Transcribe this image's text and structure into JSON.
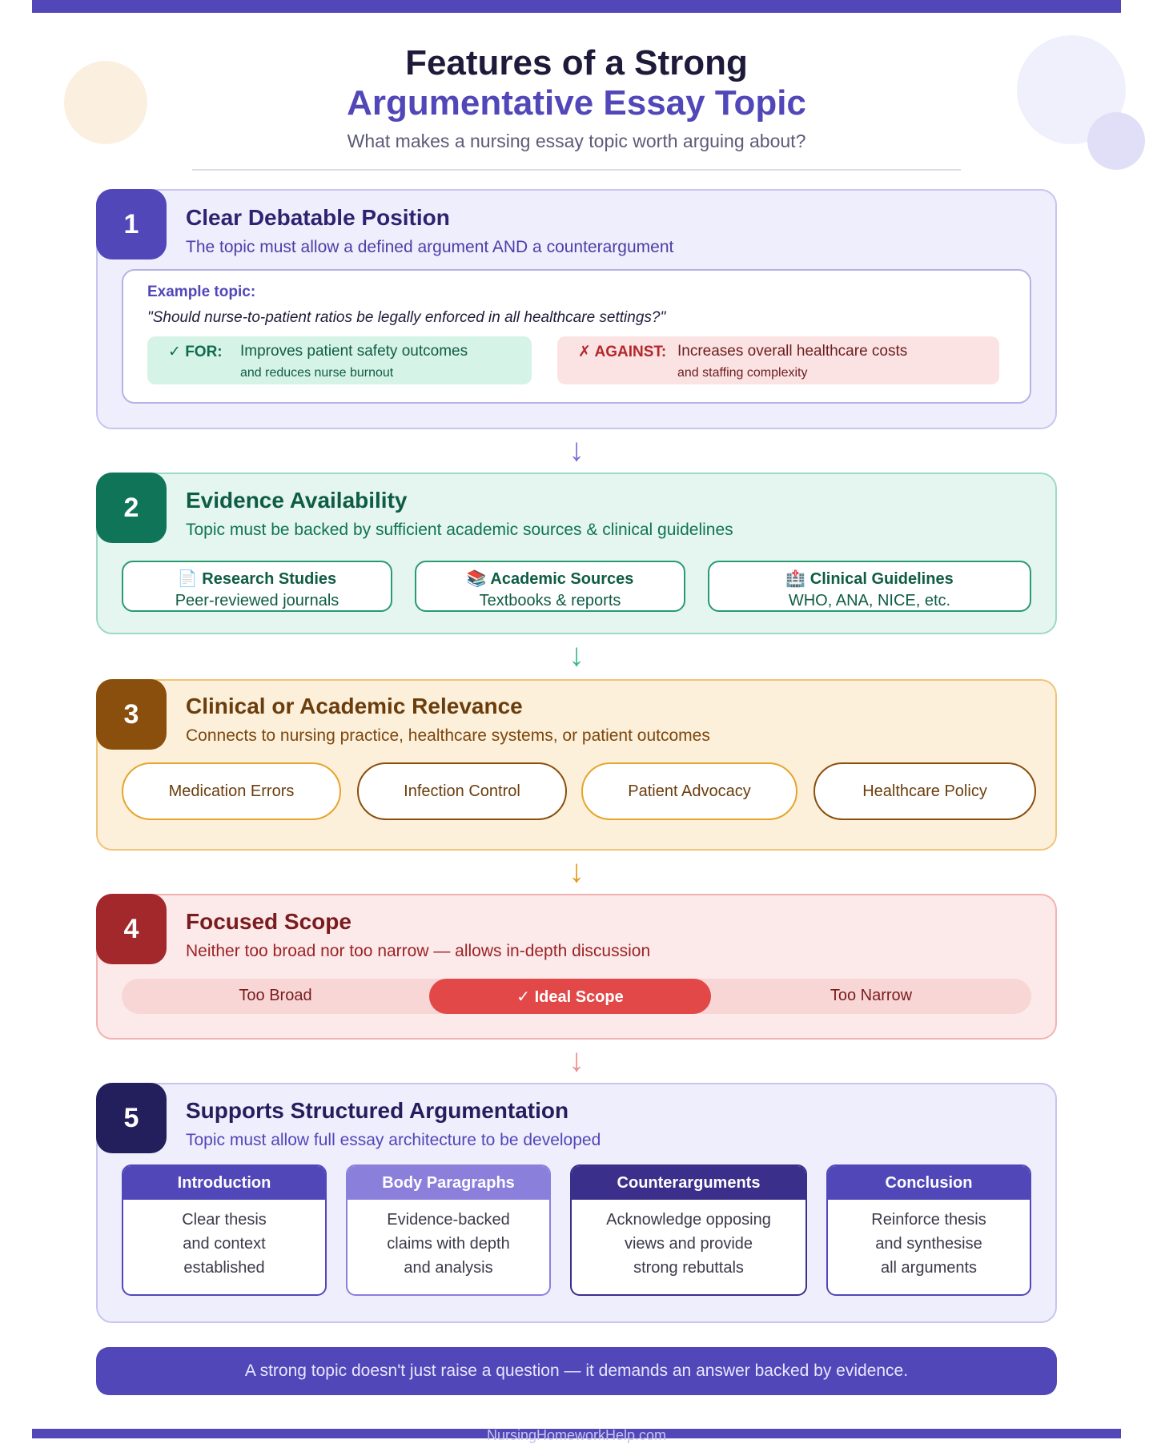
{
  "header": {
    "title_line1": "Features of a Strong",
    "title_line2": "Argumentative Essay Topic",
    "subtitle": "What makes a nursing essay topic worth arguing about?"
  },
  "cards": [
    {
      "number": "1",
      "title": "Clear Debatable Position",
      "subtitle": "The topic must allow a defined argument AND a counterargument",
      "example_label": "Example topic:",
      "example_text": "\"Should nurse-to-patient ratios be legally enforced in all healthcare settings?\"",
      "for_label": "✓ FOR:",
      "for_text_1": "Improves patient safety outcomes",
      "for_text_2": "and reduces nurse burnout",
      "against_label": "✗ AGAINST:",
      "against_text_1": "Increases overall healthcare costs",
      "against_text_2": "and staffing complexity"
    },
    {
      "number": "2",
      "title": "Evidence Availability",
      "subtitle": "Topic must be backed by sufficient academic sources & clinical guidelines",
      "sources": [
        {
          "icon": "📄",
          "title": "Research Studies",
          "sub": "Peer-reviewed journals"
        },
        {
          "icon": "📚",
          "title": "Academic Sources",
          "sub": "Textbooks & reports"
        },
        {
          "icon": "🏥",
          "title": "Clinical Guidelines",
          "sub": "WHO, ANA, NICE, etc."
        }
      ]
    },
    {
      "number": "3",
      "title": "Clinical or Academic Relevance",
      "subtitle": "Connects to nursing practice, healthcare systems, or patient outcomes",
      "topics": [
        "Medication Errors",
        "Infection Control",
        "Patient Advocacy",
        "Healthcare Policy"
      ]
    },
    {
      "number": "4",
      "title": "Focused Scope",
      "subtitle": "Neither too broad nor too narrow — allows in-depth discussion",
      "scope_left": "Too Broad",
      "scope_ideal": "✓ Ideal Scope",
      "scope_right": "Too Narrow"
    },
    {
      "number": "5",
      "title": "Supports Structured Argumentation",
      "subtitle": "Topic must allow full essay architecture to be developed",
      "sections": [
        {
          "title": "Introduction",
          "body": "Clear thesis\nand context\nestablished"
        },
        {
          "title": "Body Paragraphs",
          "body": "Evidence-backed\nclaims with depth\nand analysis"
        },
        {
          "title": "Counterarguments",
          "body": "Acknowledge opposing\nviews and provide\nstrong rebuttals"
        },
        {
          "title": "Conclusion",
          "body": "Reinforce thesis\nand synthesise\nall arguments"
        }
      ]
    }
  ],
  "arrow_glyph": "↓",
  "footer": "A strong topic doesn't just raise a question — it demands an answer backed by evidence.",
  "watermark": "NursingHomeworkHelp.com",
  "colors": {
    "purple": "#5147b8",
    "green": "#0f7458",
    "brown": "#8a4f0c",
    "red": "#a3282b",
    "navy": "#231e5c"
  }
}
